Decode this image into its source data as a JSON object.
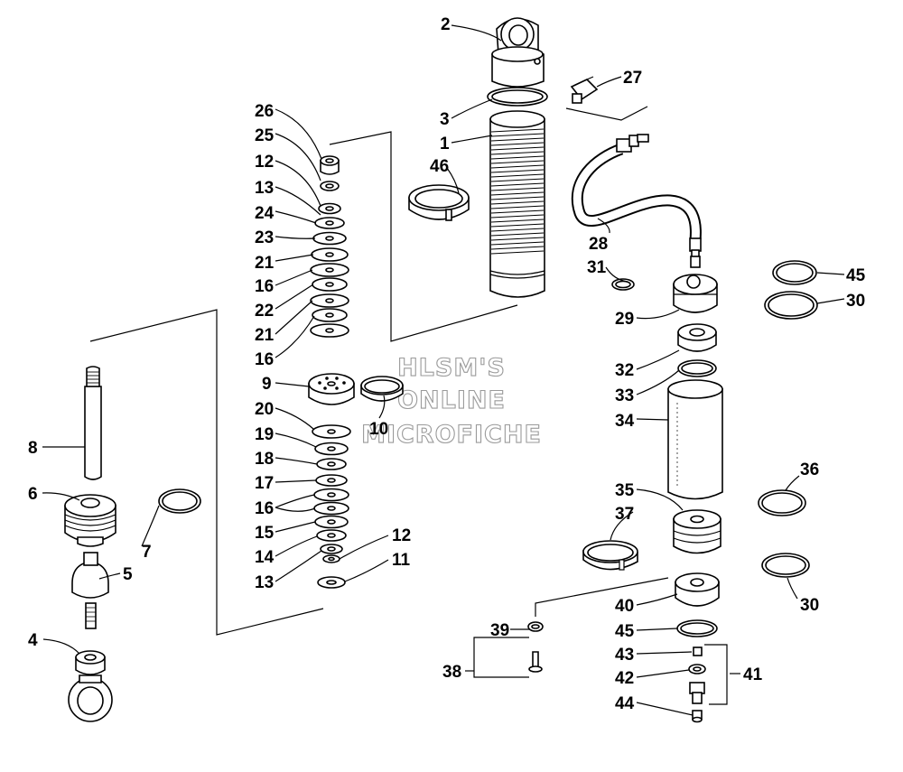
{
  "watermark": {
    "lines": [
      "HLSM'S",
      "ONLINE",
      "MICROFICHE"
    ],
    "colors": {
      "fill": "#ffffff",
      "outline": "#9a9a9a"
    }
  },
  "callouts": {
    "c1": "1",
    "c2": "2",
    "c3": "3",
    "c4": "4",
    "c5": "5",
    "c6": "6",
    "c7": "7",
    "c8": "8",
    "c9": "9",
    "c10": "10",
    "c11": "11",
    "c12a": "12",
    "c12b": "12",
    "c13a": "13",
    "c13b": "13",
    "c14": "14",
    "c15": "15",
    "c16a": "16",
    "c16b": "16",
    "c16c": "16",
    "c17": "17",
    "c18": "18",
    "c19": "19",
    "c20": "20",
    "c21a": "21",
    "c21b": "21",
    "c22": "22",
    "c23": "23",
    "c24": "24",
    "c25": "25",
    "c26": "26",
    "c27": "27",
    "c28": "28",
    "c29": "29",
    "c30a": "30",
    "c30b": "30",
    "c31": "31",
    "c32": "32",
    "c33": "33",
    "c34": "34",
    "c35": "35",
    "c36": "36",
    "c37": "37",
    "c38": "38",
    "c39": "39",
    "c40": "40",
    "c41": "41",
    "c42": "42",
    "c43": "43",
    "c44": "44",
    "c45a": "45",
    "c45b": "45",
    "c46": "46"
  }
}
